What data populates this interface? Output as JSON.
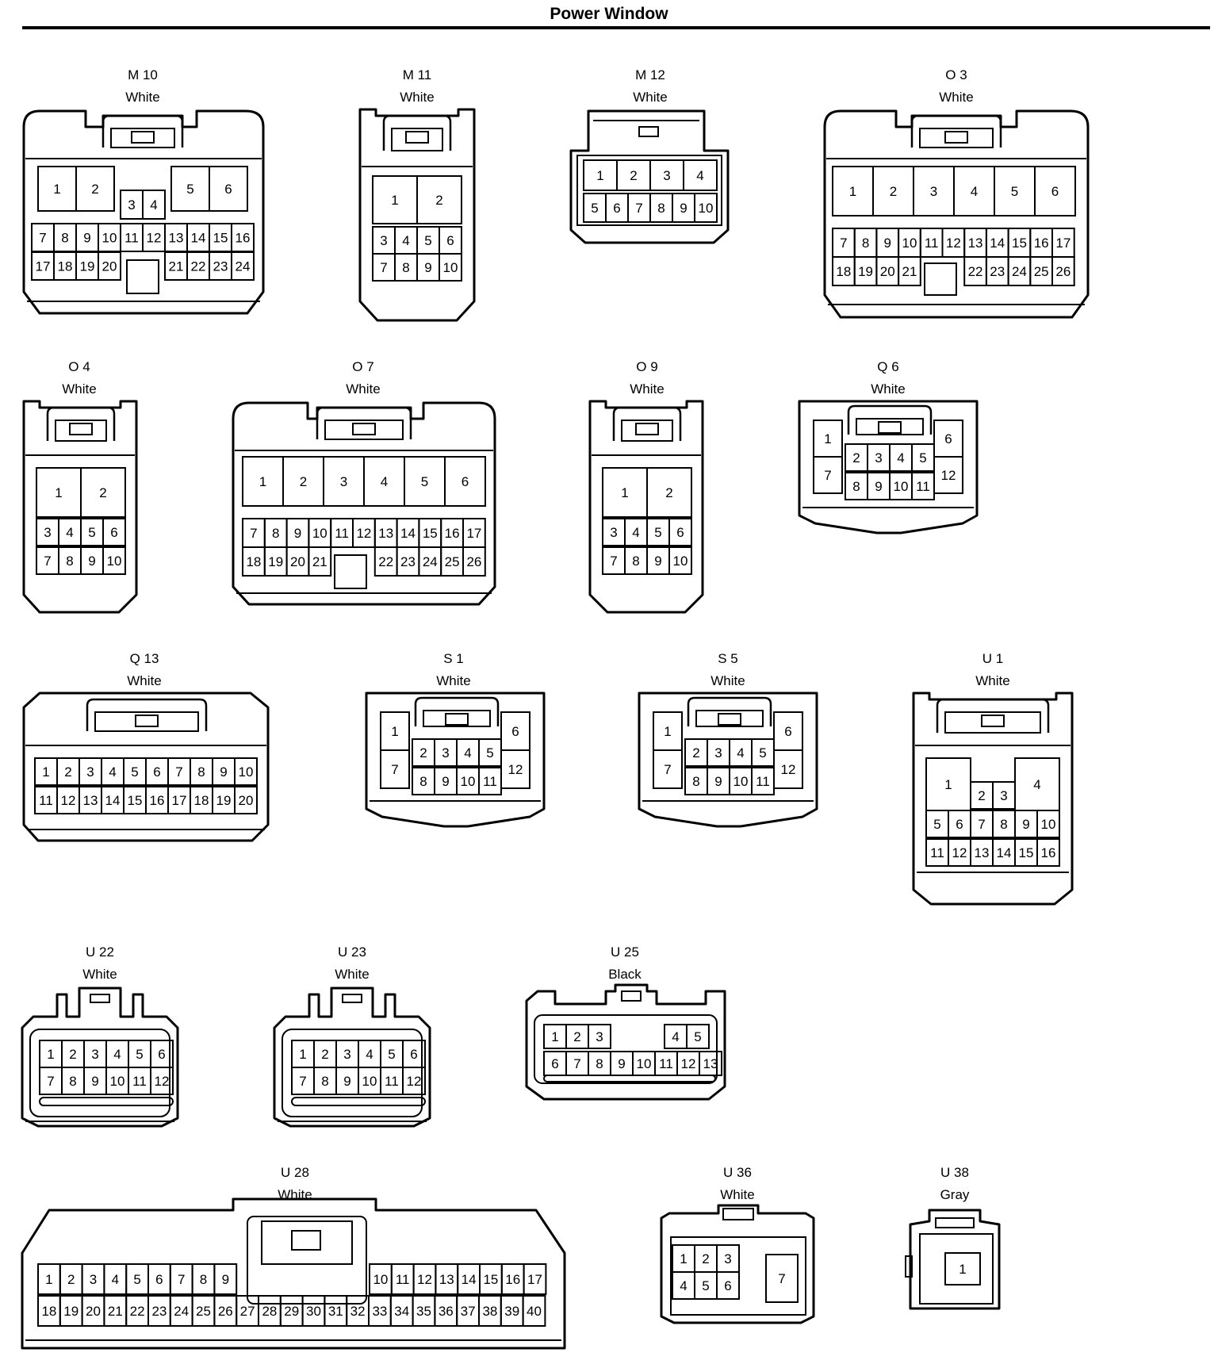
{
  "page_title": "Power Window",
  "connectors": [
    {
      "id": "M 10",
      "color": "White"
    },
    {
      "id": "M 11",
      "color": "White"
    },
    {
      "id": "M 12",
      "color": "White"
    },
    {
      "id": "O 3",
      "color": "White"
    },
    {
      "id": "O 4",
      "color": "White"
    },
    {
      "id": "O 7",
      "color": "White"
    },
    {
      "id": "O 9",
      "color": "White"
    },
    {
      "id": "Q 6",
      "color": "White"
    },
    {
      "id": "Q 13",
      "color": "White"
    },
    {
      "id": "S 1",
      "color": "White"
    },
    {
      "id": "S 5",
      "color": "White"
    },
    {
      "id": "U 1",
      "color": "White"
    },
    {
      "id": "U 22",
      "color": "White"
    },
    {
      "id": "U 23",
      "color": "White"
    },
    {
      "id": "U 25",
      "color": "Black"
    },
    {
      "id": "U 28",
      "color": "White"
    },
    {
      "id": "U 36",
      "color": "White"
    },
    {
      "id": "U 38",
      "color": "Gray"
    }
  ]
}
